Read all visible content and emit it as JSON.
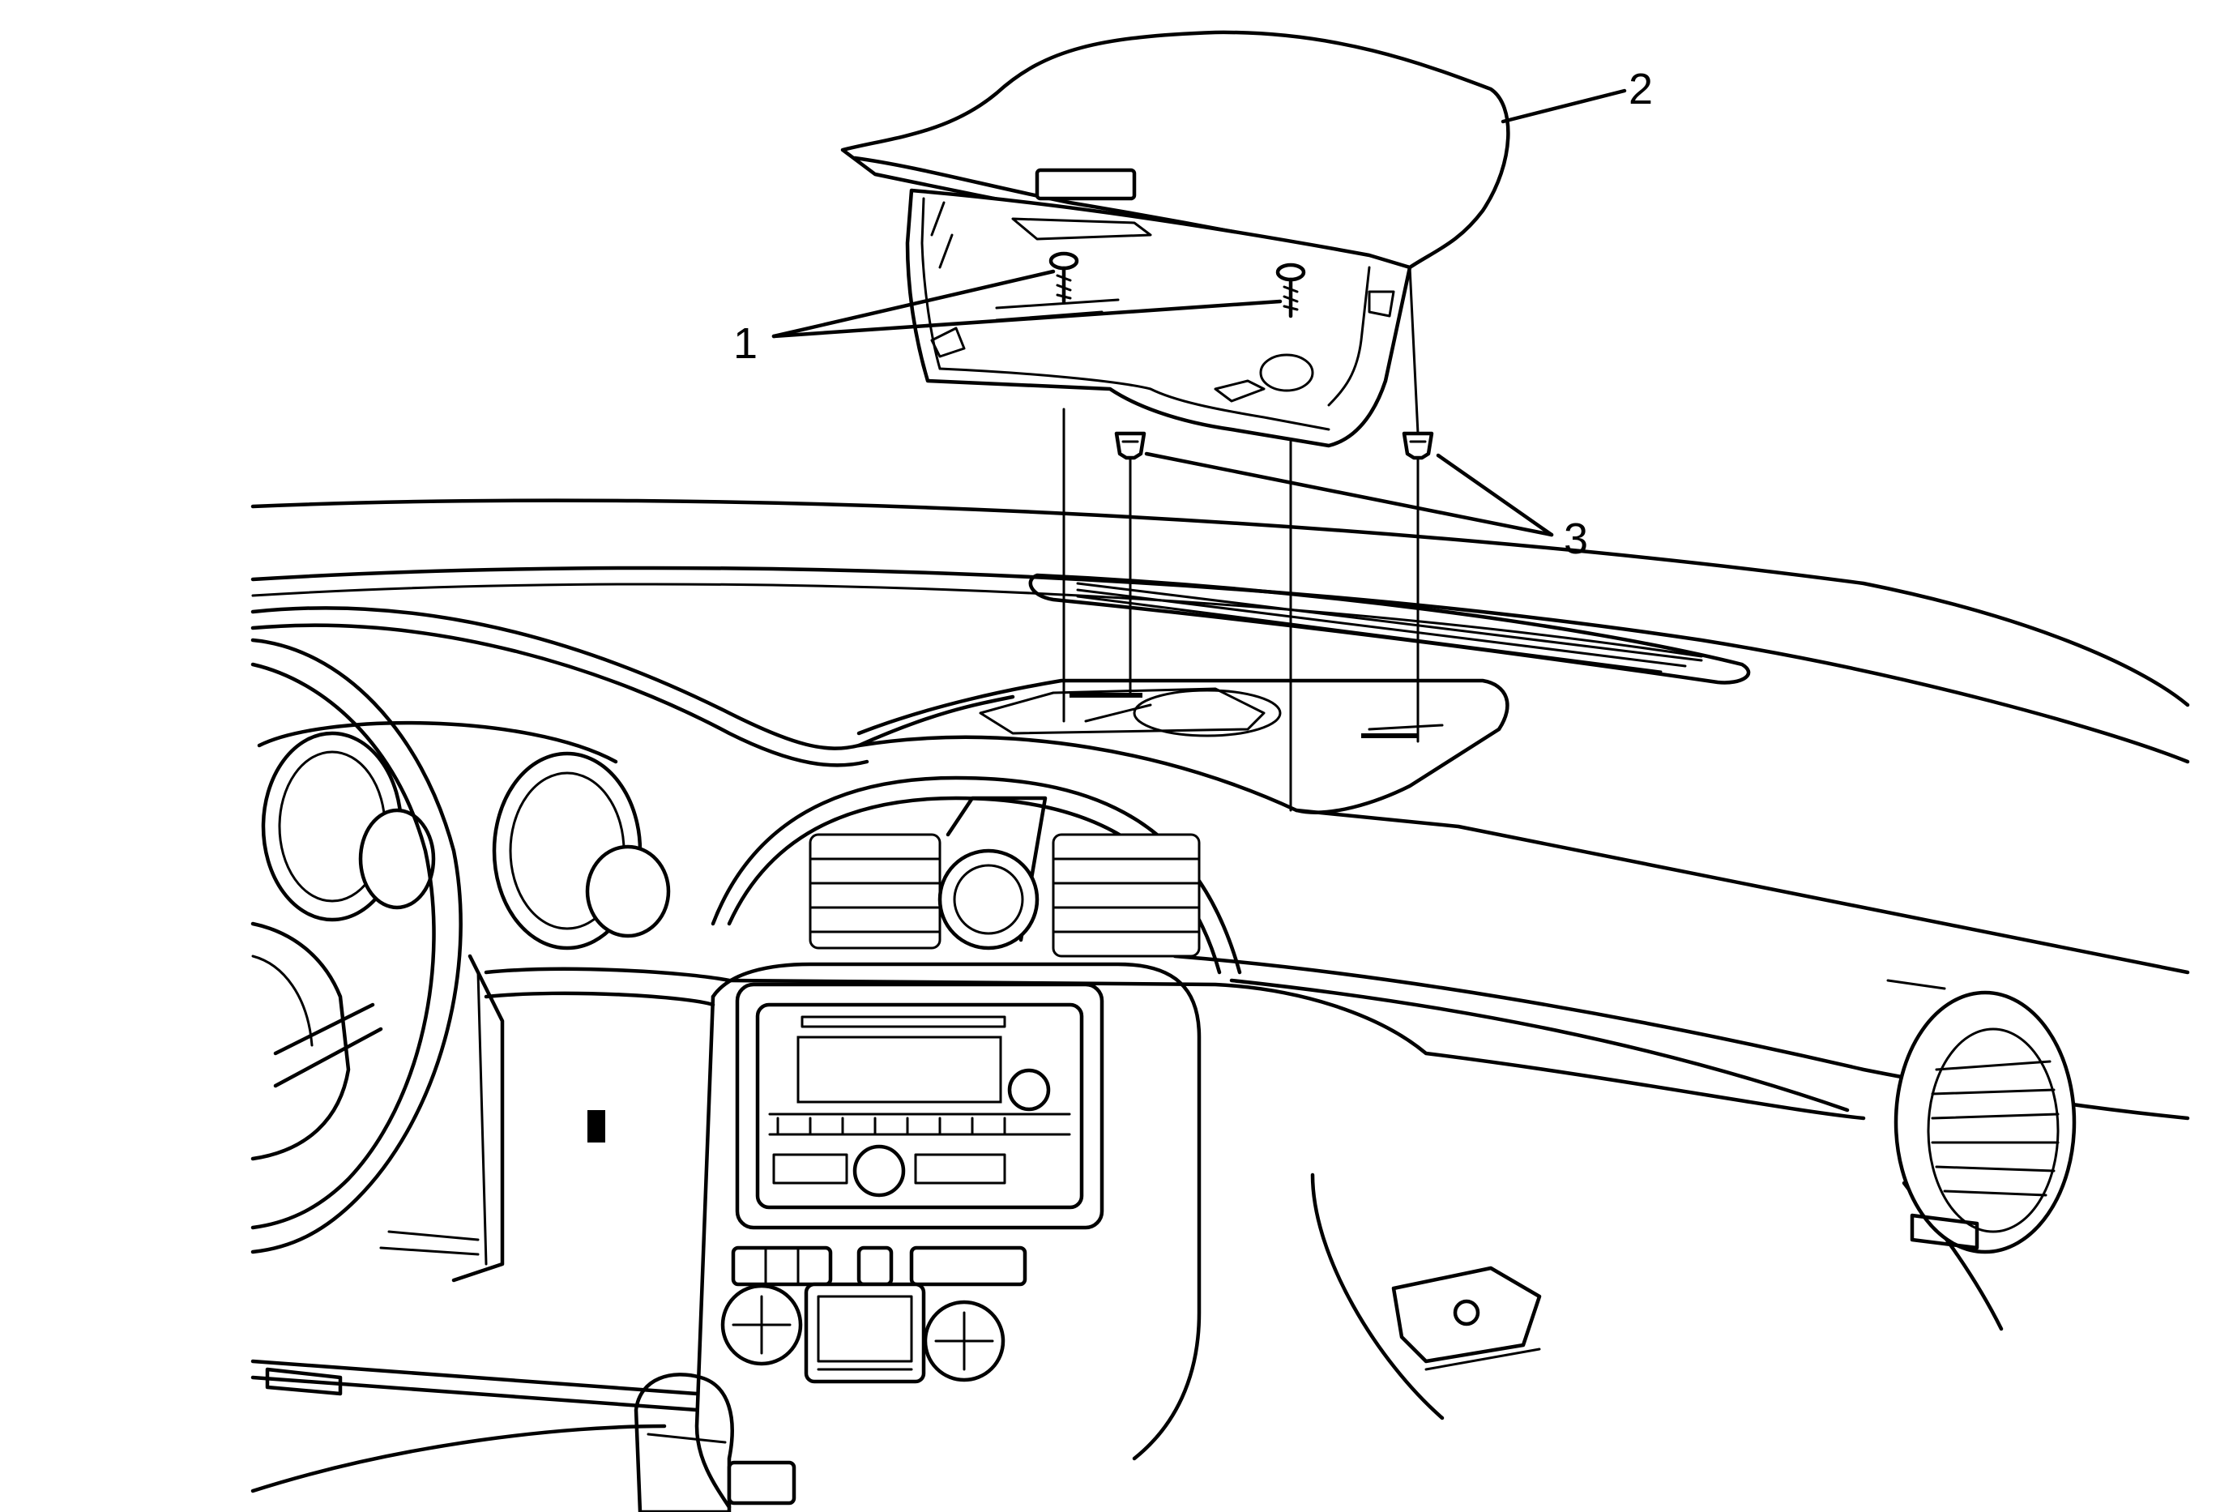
{
  "callouts": {
    "fasteners": {
      "number": "1",
      "target_icon": "screw-fastener-icon"
    },
    "cover": {
      "number": "2",
      "target_icon": "instrument-panel-cover-icon"
    },
    "clips": {
      "number": "3",
      "target_icon": "retainer-clip-icon"
    }
  },
  "colors": {
    "line": "#000000",
    "background": "#ffffff"
  }
}
